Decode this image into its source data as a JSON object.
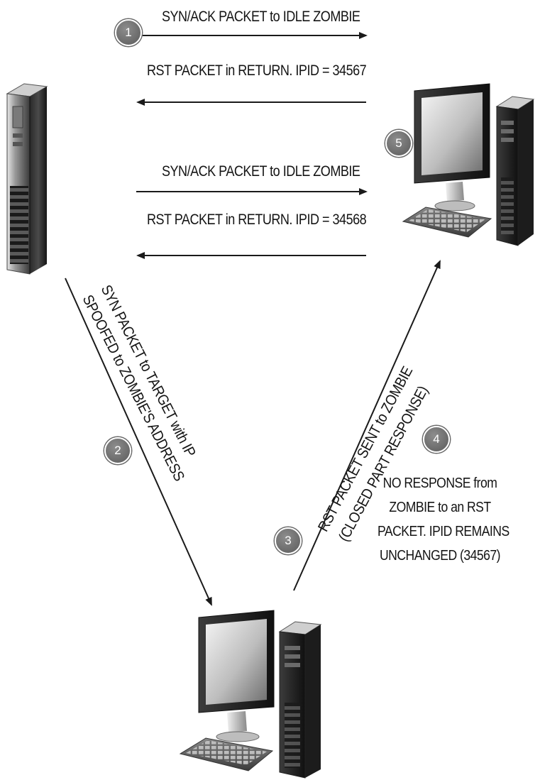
{
  "arrows": {
    "a1_label": "SYN/ACK PACKET to IDLE ZOMBIE",
    "a2_label": "RST PACKET in RETURN. IPID = 34567",
    "a3_label": "SYN/ACK PACKET to IDLE ZOMBIE",
    "a4_label": "RST PACKET in RETURN. IPID = 34568"
  },
  "diagonal_left": {
    "line1": "SYN PACKET to TARGET with IP",
    "line2": "SPOOFED to ZOMBIE'S ADDRESS"
  },
  "diagonal_right": {
    "line1": "RST PACKET SENT to ZOMBIE",
    "line2": "(CLOSED PART RESPONSE)"
  },
  "note": {
    "line1": "NO RESPONSE from",
    "line2": "ZOMBIE to an RST",
    "line3": "PACKET. IPID REMAINS",
    "line4": "UNCHANGED (34567)"
  },
  "steps": [
    "1",
    "2",
    "3",
    "4",
    "5"
  ],
  "colors": {
    "line": "#1a1a1a",
    "badge": "#6e6e6e",
    "case_dark": "#1c1c1c",
    "case_light": "#d9d9d9"
  }
}
